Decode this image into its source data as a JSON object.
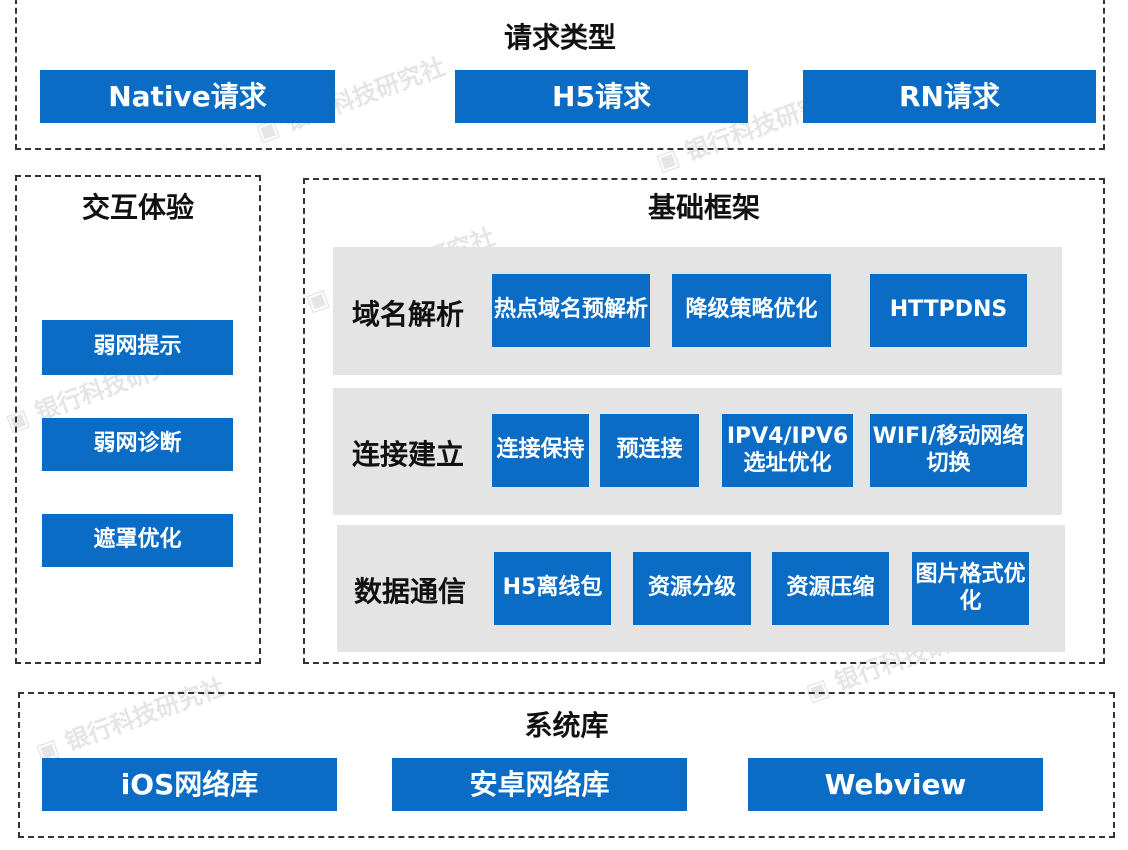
{
  "watermark": "银行科技研究社",
  "colors": {
    "button": "#0a6cc4",
    "panel": "#e4e4e4"
  },
  "request_types": {
    "title": "请求类型",
    "items": [
      "Native请求",
      "H5请求",
      "RN请求"
    ]
  },
  "interaction": {
    "title": "交互体验",
    "items": [
      "弱网提示",
      "弱网诊断",
      "遮罩优化"
    ]
  },
  "framework": {
    "title": "基础框架",
    "rows": [
      {
        "label": "域名解析",
        "items": [
          "热点域名预解析",
          "降级策略优化",
          "HTTPDNS"
        ]
      },
      {
        "label": "连接建立",
        "items": [
          "连接保持",
          "预连接",
          "IPV4/IPV6选址优化",
          "WIFI/移动网络切换"
        ]
      },
      {
        "label": "数据通信",
        "items": [
          "H5离线包",
          "资源分级",
          "资源压缩",
          "图片格式优化"
        ]
      }
    ]
  },
  "system": {
    "title": "系统库",
    "items": [
      "iOS网络库",
      "安卓网络库",
      "Webview"
    ]
  }
}
